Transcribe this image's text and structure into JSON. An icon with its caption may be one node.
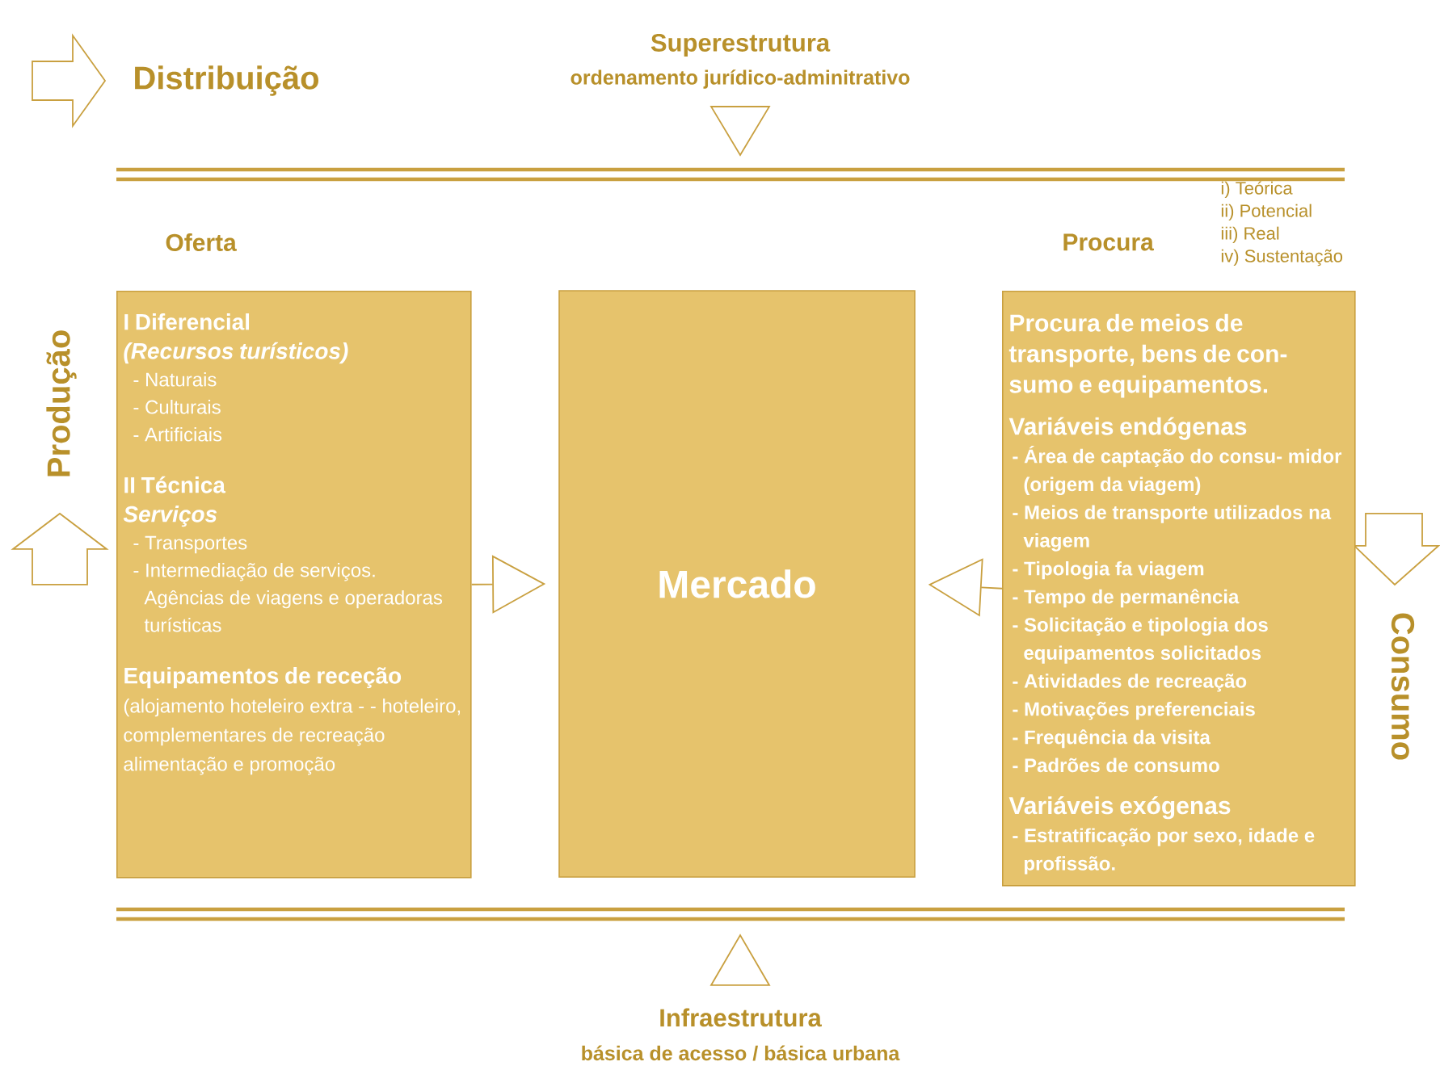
{
  "diagram": {
    "nodes": [
      {
        "text": [
          "Oferta",
          "I Diferencial",
          "(Recursos turísticos)",
          "- Naturais",
          "- Culturais",
          "- Artificiais",
          "II Técnica",
          "Serviços",
          "- Transportes",
          "- Intermediação de serviços. Agências de viagens e operadoras turísticas",
          "Equipamentos de receção",
          "(alojamento hoteleiro extra - - hoteleiro, complementares de recreação alimentação e promoção"
        ]
      },
      {
        "text": [
          "Mercado"
        ]
      },
      {
        "text": [
          "Procura",
          "Procura de meios de transporte, bens de con- sumo e equipamentos.",
          "Variáveis endógenas",
          "- Área de captação do consu- midor (origem da viagem)",
          "- Meios de transporte utilizados na viagem",
          "- Tipologia fa viagem",
          "- Tempo de permanência",
          "- Solicitação e tipologia dos equipamentos solicitados",
          "- Atividades de recreação",
          "- Motivações preferenciais",
          "- Frequência da visita",
          "- Padrões de consumo",
          "Variáveis exógenas",
          "- Estratificação por sexo, idade e profissão."
        ],
        "beside": [
          "i) Teórica",
          "ii) Potencial",
          "iii) Real",
          "iv) Sustentação"
        ]
      }
    ],
    "edges": [
      {
        "from": 0,
        "to": 1,
        "arrow": "to"
      },
      {
        "from": 2,
        "to": 1,
        "arrow": "to"
      }
    ],
    "labels": [
      "Distribuição",
      "Superestrutura",
      "ordenamento jurídico-adminitrativo",
      "Produção",
      "Consumo",
      "Infraestrutura",
      "básica de acesso / básica urbana"
    ]
  }
}
